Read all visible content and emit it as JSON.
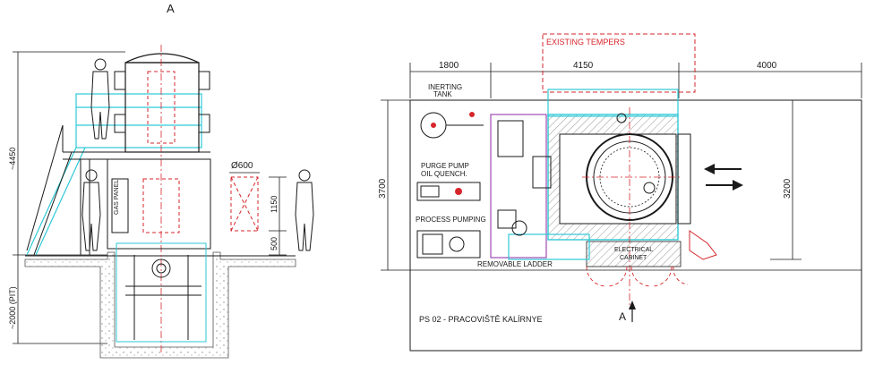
{
  "section_marker": "A",
  "left_view": {
    "dim_total_height": "~4450",
    "dim_pit_depth": "~2000 (PIT)",
    "dim_diameter": "Ø600",
    "dim_1150": "1150",
    "dim_500": "500",
    "gas_panel_label": "GAS PANEL"
  },
  "plan_view": {
    "dim_top": [
      "1800",
      "4150",
      "4000"
    ],
    "dim_left": "3700",
    "dim_right": "3200",
    "existing_tempers": "EXISTING TEMPERS",
    "labels": {
      "inerting_tank": [
        "INERTING",
        "TANK"
      ],
      "purge_pump": [
        "PURGE PUMP",
        "OIL QUENCH."
      ],
      "process_pumping": "PROCESS PUMPING",
      "removable_ladder": "REMOVABLE LADDER",
      "electrical_cabinet": [
        "ELECTRICAL",
        "CABINET"
      ],
      "title": "PS 02 - PRACOVIŠTĚ KALÍRNYE",
      "view_marker": "A"
    }
  },
  "colors": {
    "line": "#1a1a1a",
    "cyan": "#2ec9d6",
    "red": "#d6262b",
    "magenta": "#a04ab5",
    "hatch": "#9a9a9a"
  }
}
